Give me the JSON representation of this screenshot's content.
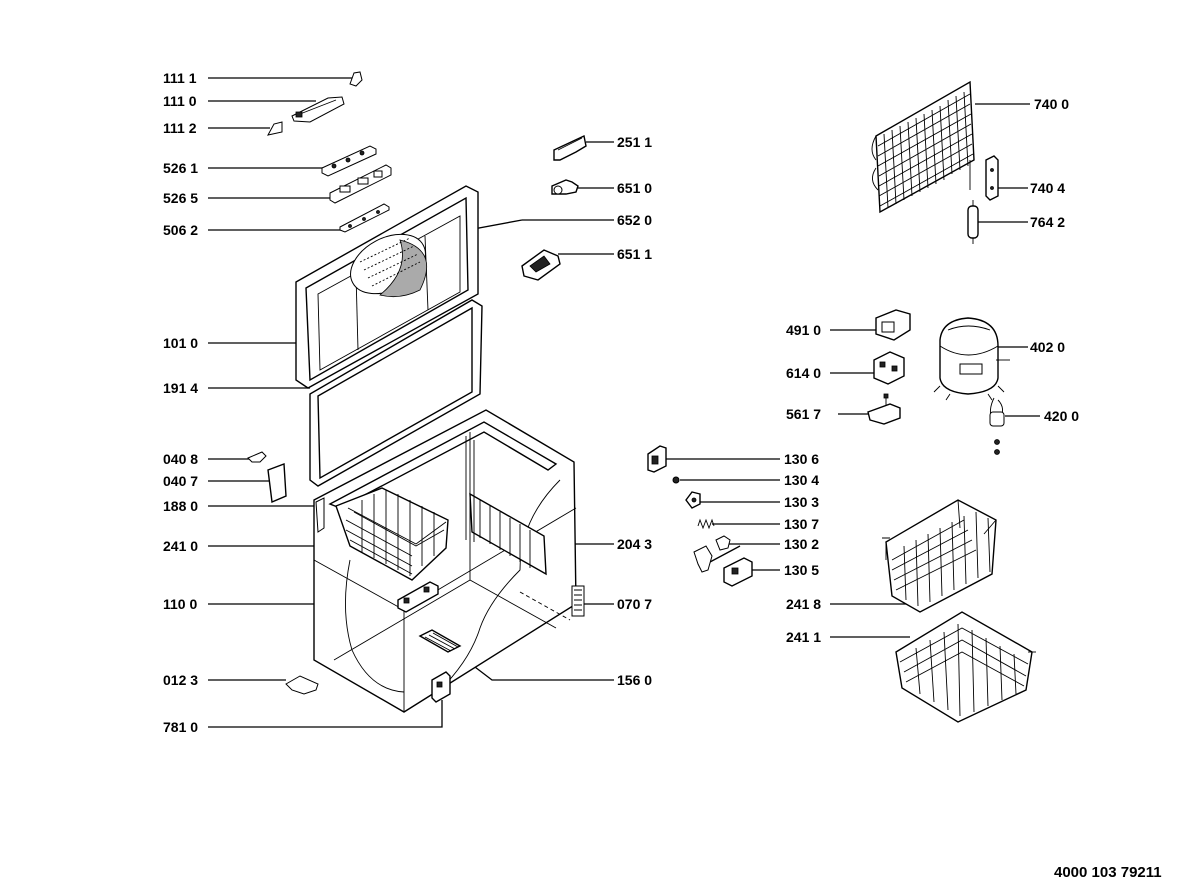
{
  "labels_left": [
    "111 1",
    "111 0",
    "111 2",
    "526 1",
    "526 5",
    "506 2",
    "101 0",
    "191 4",
    "040 8",
    "040 7",
    "188 0",
    "241 0",
    "110 0",
    "012 3",
    "781 0"
  ],
  "labels_mid": [
    "251 1",
    "651 0",
    "652 0",
    "651 1",
    "204 3",
    "070 7",
    "156 0"
  ],
  "labels_small_parts": [
    "130 6",
    "130 4",
    "130 3",
    "130 7",
    "130 2",
    "130 5"
  ],
  "labels_right": [
    "740 0",
    "740 4",
    "764 2",
    "491 0",
    "614 0",
    "561 7",
    "402 0",
    "420 0",
    "241 8",
    "241 1"
  ],
  "document_number": "4000 103 79211"
}
